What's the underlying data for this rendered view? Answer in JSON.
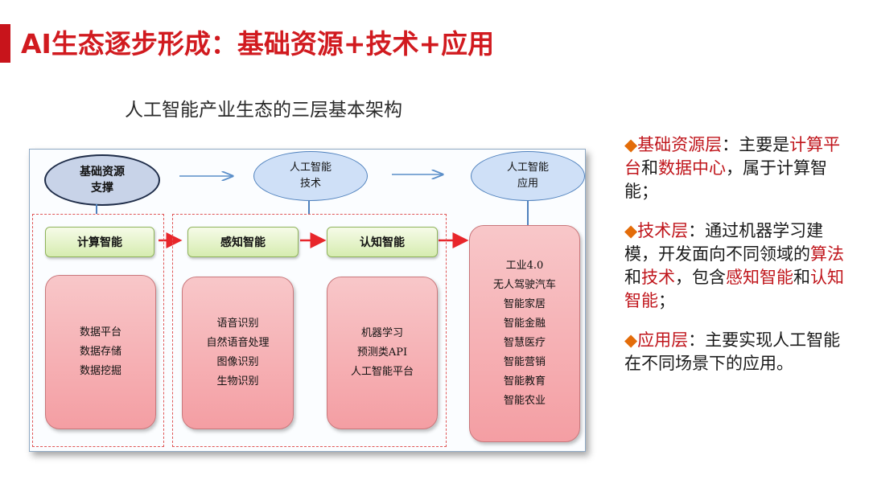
{
  "slide": {
    "title": "AI生态逐步形成：基础资源+技术+应用",
    "subtitle": "人工智能产业生态的三层基本架构"
  },
  "diagram": {
    "top_ellipses": [
      {
        "line1": "基础资源",
        "line2": "支撑"
      },
      {
        "line1": "人工智能",
        "line2": "技术"
      },
      {
        "line1": "人工智能",
        "line2": "应用"
      }
    ],
    "green_labels": {
      "compute": "计算智能",
      "perception": "感知智能",
      "cognition": "认知智能"
    },
    "boxes": {
      "compute": [
        "数据平台",
        "数据存储",
        "数据挖掘"
      ],
      "perception": [
        "语音识别",
        "自然语音处理",
        "图像识别",
        "生物识别"
      ],
      "cognition": [
        "机器学习",
        "预测类API",
        "人工智能平台"
      ],
      "application": [
        "工业4.0",
        "无人驾驶汽车",
        "智能家居",
        "智能金融",
        "智慧医疗",
        "智能营销",
        "智能教育",
        "智能农业"
      ]
    }
  },
  "right_panel": {
    "p1": {
      "bullet": "◆",
      "head": "基础资源层",
      "t1": "：主要是",
      "r1": "计算平台",
      "t2": "和",
      "r2": "数据中心",
      "t3": "，属于计算智能；"
    },
    "p2": {
      "bullet": "◆",
      "head": "技术层",
      "t1": "：通过机器学习建模，开发面向不同领域的",
      "r1": "算法",
      "t2": "和",
      "r2": "技术",
      "t3": "，包含",
      "r3": "感知智能",
      "t4": "和",
      "r4": "认知智能",
      "t5": "；"
    },
    "p3": {
      "bullet": "◆",
      "head": "应用层",
      "t1": "：主要实现人工智能在不同场景下的应用。"
    }
  },
  "colors": {
    "title_red": "#d11a1f",
    "accent_orange": "#e36c09",
    "highlight_red": "#c0161c",
    "ellipse_blue": "#cfe0f7",
    "green_box": "#d6ecb0",
    "pink_box": "#f49ea3"
  }
}
